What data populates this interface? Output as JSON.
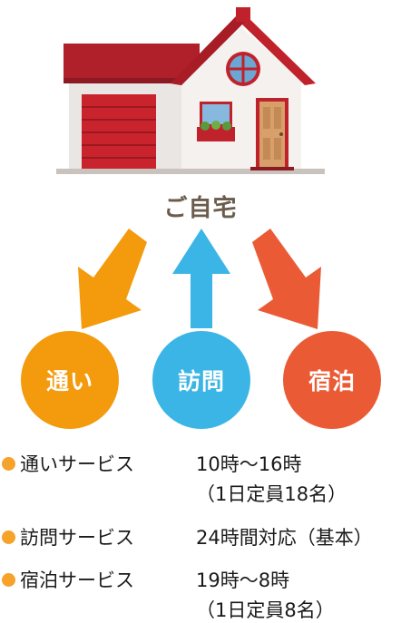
{
  "home_label": "ご自宅",
  "services": [
    {
      "circle_label": "通い",
      "list_name": "通いサービス",
      "detail_1": "10時〜16時",
      "detail_2": "（1日定員18名）"
    },
    {
      "circle_label": "訪問",
      "list_name": "訪問サービス",
      "detail_1": "24時間対応（基本）",
      "detail_2": ""
    },
    {
      "circle_label": "宿泊",
      "list_name": "宿泊サービス",
      "detail_1": "19時〜8時",
      "detail_2": "（1日定員8名）"
    }
  ],
  "colors": {
    "kayoi": "#f39a0d",
    "houmon": "#3ab5e6",
    "shukuhaku": "#ea5b35",
    "bullet": "#f5a32a",
    "label": "#6b5d4d"
  },
  "icons": [
    "house-icon",
    "arrow-down-left-icon",
    "arrow-up-icon",
    "arrow-down-right-icon"
  ]
}
